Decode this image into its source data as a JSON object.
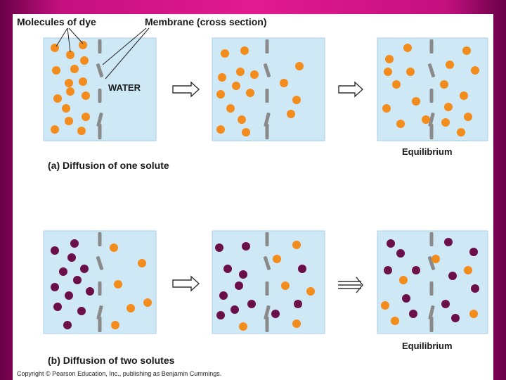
{
  "labels": {
    "molecules_of_dye": "Molecules of dye",
    "membrane": "Membrane (cross section)",
    "water": "WATER",
    "caption_a": "(a) Diffusion of one solute",
    "caption_b": "(b) Diffusion of two solutes",
    "equilibrium_a": "Equilibrium",
    "equilibrium_b": "Equilibrium",
    "copyright": "Copyright © Pearson Education, Inc., publishing as Benjamin Cummings."
  },
  "colors": {
    "water": "#cfe8f6",
    "membrane": "#8a8a8a",
    "orange_solute": "#f28c1c",
    "purple_solute": "#6b0f4a",
    "arrow": "#333333"
  }
}
